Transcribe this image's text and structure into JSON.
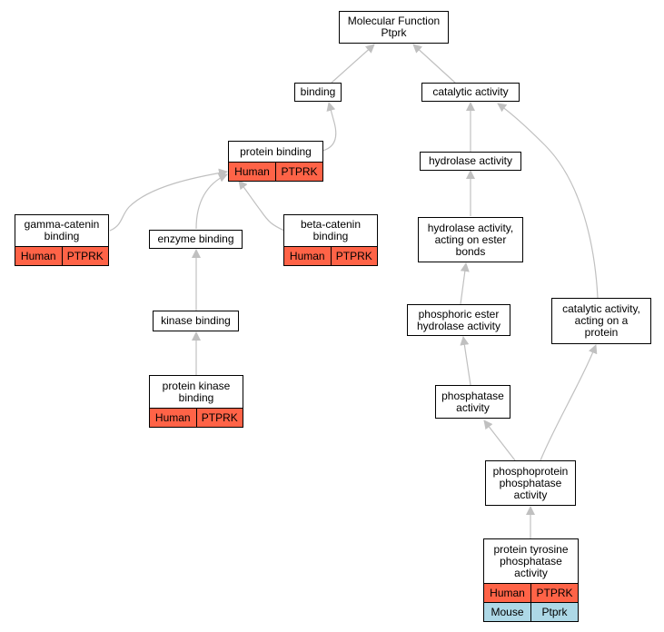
{
  "colors": {
    "edge": "#c0c0c0",
    "human": "#ff6347",
    "mouse": "#add8e6",
    "border": "#000000"
  },
  "nodes": {
    "root": {
      "lines": [
        "Molecular Function",
        "Ptprk"
      ]
    },
    "binding": {
      "lines": [
        "binding"
      ]
    },
    "catalytic_activity": {
      "lines": [
        "catalytic activity"
      ]
    },
    "protein_binding": {
      "lines": [
        "protein binding"
      ],
      "rows": [
        [
          "Human",
          "PTPRK"
        ]
      ]
    },
    "hydrolase_activity": {
      "lines": [
        "hydrolase activity"
      ]
    },
    "gamma_catenin_binding": {
      "lines": [
        "gamma-catenin",
        "binding"
      ],
      "rows": [
        [
          "Human",
          "PTPRK"
        ]
      ]
    },
    "enzyme_binding": {
      "lines": [
        "enzyme binding"
      ]
    },
    "beta_catenin_binding": {
      "lines": [
        "beta-catenin",
        "binding"
      ],
      "rows": [
        [
          "Human",
          "PTPRK"
        ]
      ]
    },
    "hydrolase_ester": {
      "lines": [
        "hydrolase activity,",
        "acting on ester",
        "bonds"
      ]
    },
    "phosphoric_ester": {
      "lines": [
        "phosphoric ester",
        "hydrolase activity"
      ]
    },
    "catalytic_protein": {
      "lines": [
        "catalytic activity,",
        "acting on a",
        "protein"
      ]
    },
    "kinase_binding": {
      "lines": [
        "kinase binding"
      ]
    },
    "protein_kinase_binding": {
      "lines": [
        "protein kinase",
        "binding"
      ],
      "rows": [
        [
          "Human",
          "PTPRK"
        ]
      ]
    },
    "phosphatase_activity": {
      "lines": [
        "phosphatase",
        "activity"
      ]
    },
    "phosphoprotein_phosphatase": {
      "lines": [
        "phosphoprotein",
        "phosphatase",
        "activity"
      ]
    },
    "ptp_activity": {
      "lines": [
        "protein tyrosine",
        "phosphatase",
        "activity"
      ],
      "rows": [
        [
          "Human",
          "PTPRK"
        ],
        [
          "Mouse",
          "Ptprk"
        ]
      ]
    }
  }
}
